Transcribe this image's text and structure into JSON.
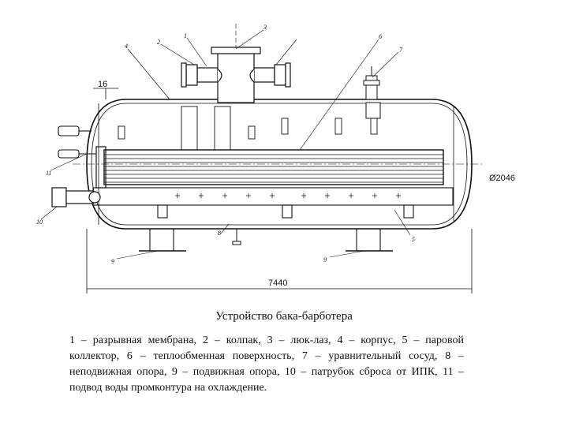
{
  "drawing": {
    "dimensions": {
      "thickness": "16",
      "diameter": "Ø2046",
      "length": "7440"
    },
    "leaders": [
      "1",
      "2",
      "3",
      "4",
      "5",
      "6",
      "7",
      "8",
      "9",
      "10",
      "11",
      "9"
    ]
  },
  "caption": "Устройство бака-барботера",
  "legend": "1 – разрывная мембрана, 2 – колпак, 3 – люк-лаз, 4 – корпус, 5 – паровой коллектор, 6 – теплообменная поверхность, 7 – уравнительный сосуд, 8 – неподвижная опора, 9 – подвижная опора, 10 – патрубок сброса от ИПК, 11 – подвод воды промконтура на охлаждение."
}
